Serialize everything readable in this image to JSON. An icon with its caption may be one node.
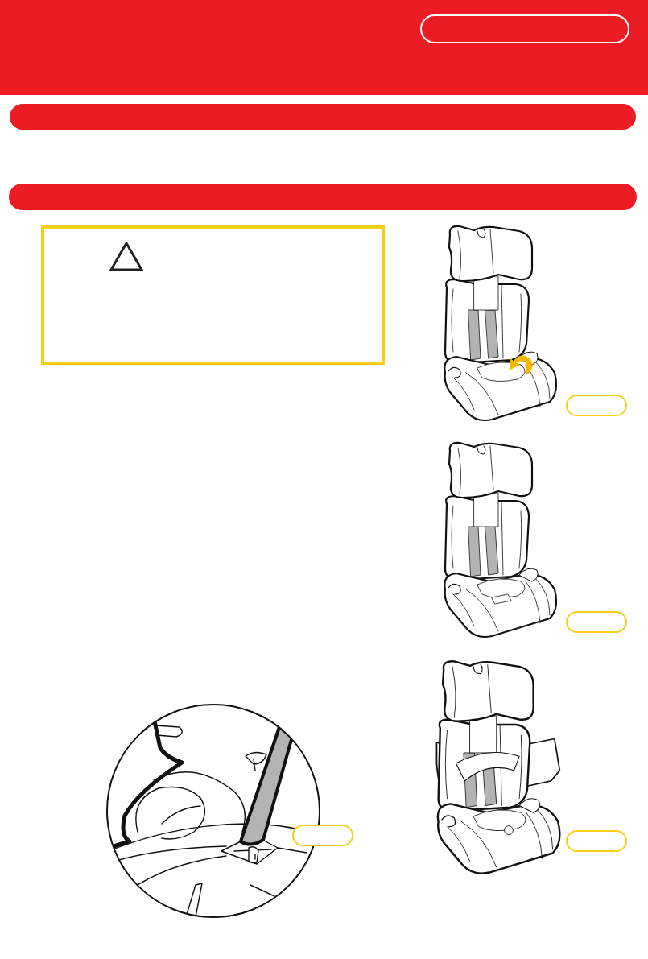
{
  "diagram": {
    "nodes": [
      {
        "text": [],
        "shape": "box"
      },
      {
        "text": [],
        "shape": "bar"
      },
      {
        "text": [],
        "shape": "bar"
      },
      {
        "text": [],
        "shape": "box"
      },
      {
        "text": [],
        "shape": "box"
      },
      {
        "text": [],
        "shape": "box"
      },
      {
        "text": [],
        "shape": "box"
      },
      {
        "text": [],
        "shape": "box"
      }
    ]
  }
}
